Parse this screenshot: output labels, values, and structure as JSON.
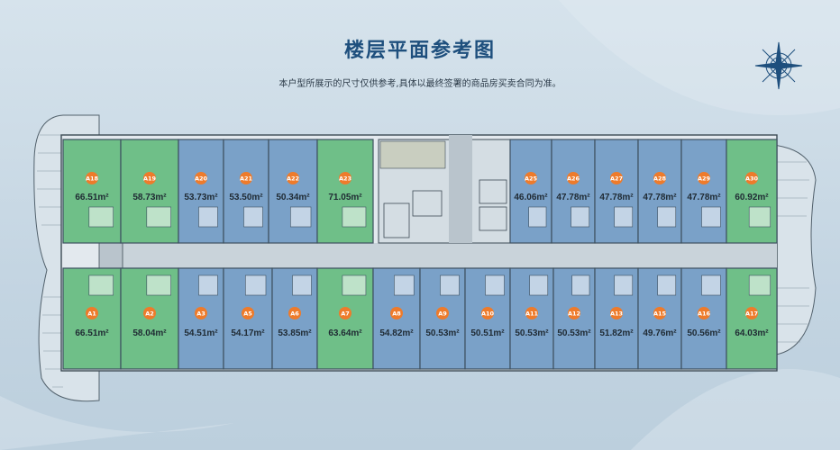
{
  "header": {
    "title": "楼层平面参考图",
    "subtitle": "本户型所展示的尺寸仅供参考,具体以最终签署的商品房买卖合同为准。"
  },
  "colors": {
    "green_unit": "#6fbf88",
    "blue_unit": "#7aa1c8",
    "corridor": "#c9d3da",
    "core": "#d4dde3",
    "tag": "#ee7b2b"
  },
  "icons": {
    "compass": "compass-icon"
  },
  "units_top": [
    {
      "id": "A18",
      "area": "66.51m²",
      "type": "green"
    },
    {
      "id": "A19",
      "area": "58.73m²",
      "type": "green"
    },
    {
      "id": "A20",
      "area": "53.73m²",
      "type": "blue"
    },
    {
      "id": "A21",
      "area": "53.50m²",
      "type": "blue"
    },
    {
      "id": "A22",
      "area": "50.34m²",
      "type": "blue"
    },
    {
      "id": "A23",
      "area": "71.05m²",
      "type": "green"
    },
    {
      "id": "A25",
      "area": "46.06m²",
      "type": "blue"
    },
    {
      "id": "A26",
      "area": "47.78m²",
      "type": "blue"
    },
    {
      "id": "A27",
      "area": "47.78m²",
      "type": "blue"
    },
    {
      "id": "A28",
      "area": "47.78m²",
      "type": "blue"
    },
    {
      "id": "A29",
      "area": "47.78m²",
      "type": "blue"
    },
    {
      "id": "A30",
      "area": "60.92m²",
      "type": "green"
    }
  ],
  "units_bottom": [
    {
      "id": "A1",
      "area": "66.51m²",
      "type": "green"
    },
    {
      "id": "A2",
      "area": "58.04m²",
      "type": "green"
    },
    {
      "id": "A3",
      "area": "54.51m²",
      "type": "blue"
    },
    {
      "id": "A5",
      "area": "54.17m²",
      "type": "blue"
    },
    {
      "id": "A6",
      "area": "53.85m²",
      "type": "blue"
    },
    {
      "id": "A7",
      "area": "63.64m²",
      "type": "green"
    },
    {
      "id": "A8",
      "area": "54.82m²",
      "type": "blue"
    },
    {
      "id": "A9",
      "area": "50.53m²",
      "type": "blue"
    },
    {
      "id": "A10",
      "area": "50.51m²",
      "type": "blue"
    },
    {
      "id": "A11",
      "area": "50.53m²",
      "type": "blue"
    },
    {
      "id": "A12",
      "area": "50.53m²",
      "type": "blue"
    },
    {
      "id": "A13",
      "area": "51.82m²",
      "type": "blue"
    },
    {
      "id": "A15",
      "area": "49.76m²",
      "type": "blue"
    },
    {
      "id": "A16",
      "area": "50.56m²",
      "type": "blue"
    },
    {
      "id": "A17",
      "area": "64.03m²",
      "type": "green"
    }
  ]
}
